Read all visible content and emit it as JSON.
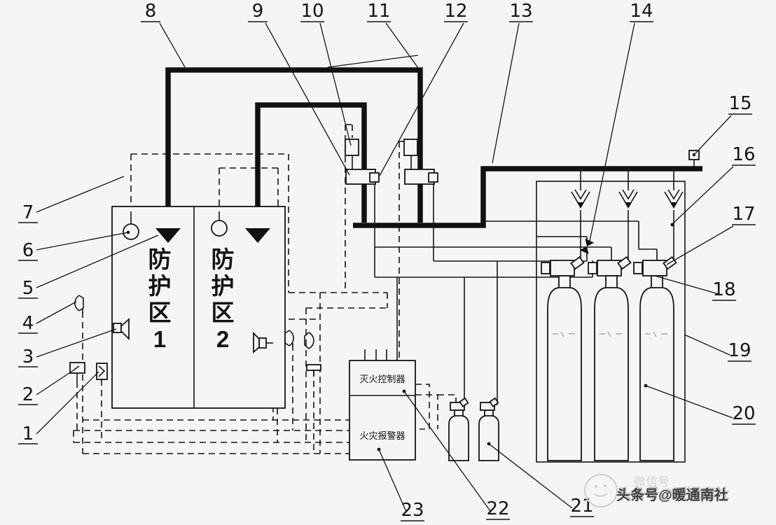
{
  "zones": [
    {
      "name": "protected-zone-1",
      "chars": [
        "防",
        "护",
        "区",
        "1"
      ]
    },
    {
      "name": "protected-zone-2",
      "chars": [
        "防",
        "护",
        "区",
        "2"
      ]
    }
  ],
  "control_box": {
    "top_label": "灭火控制器",
    "bottom_label": "火灾报警器"
  },
  "callouts": [
    "1",
    "2",
    "3",
    "4",
    "5",
    "6",
    "7",
    "8",
    "9",
    "10",
    "11",
    "12",
    "13",
    "14",
    "15",
    "16",
    "17",
    "18",
    "19",
    "20",
    "21",
    "22",
    "23"
  ],
  "watermark": {
    "ghost": "微信号",
    "main": "头条号@暖通南社"
  },
  "colors": {
    "background": "#f5f5f3",
    "line": "#141414",
    "watermark_main": "#3f3f3f",
    "watermark_ghost": "#d2d2d0"
  }
}
